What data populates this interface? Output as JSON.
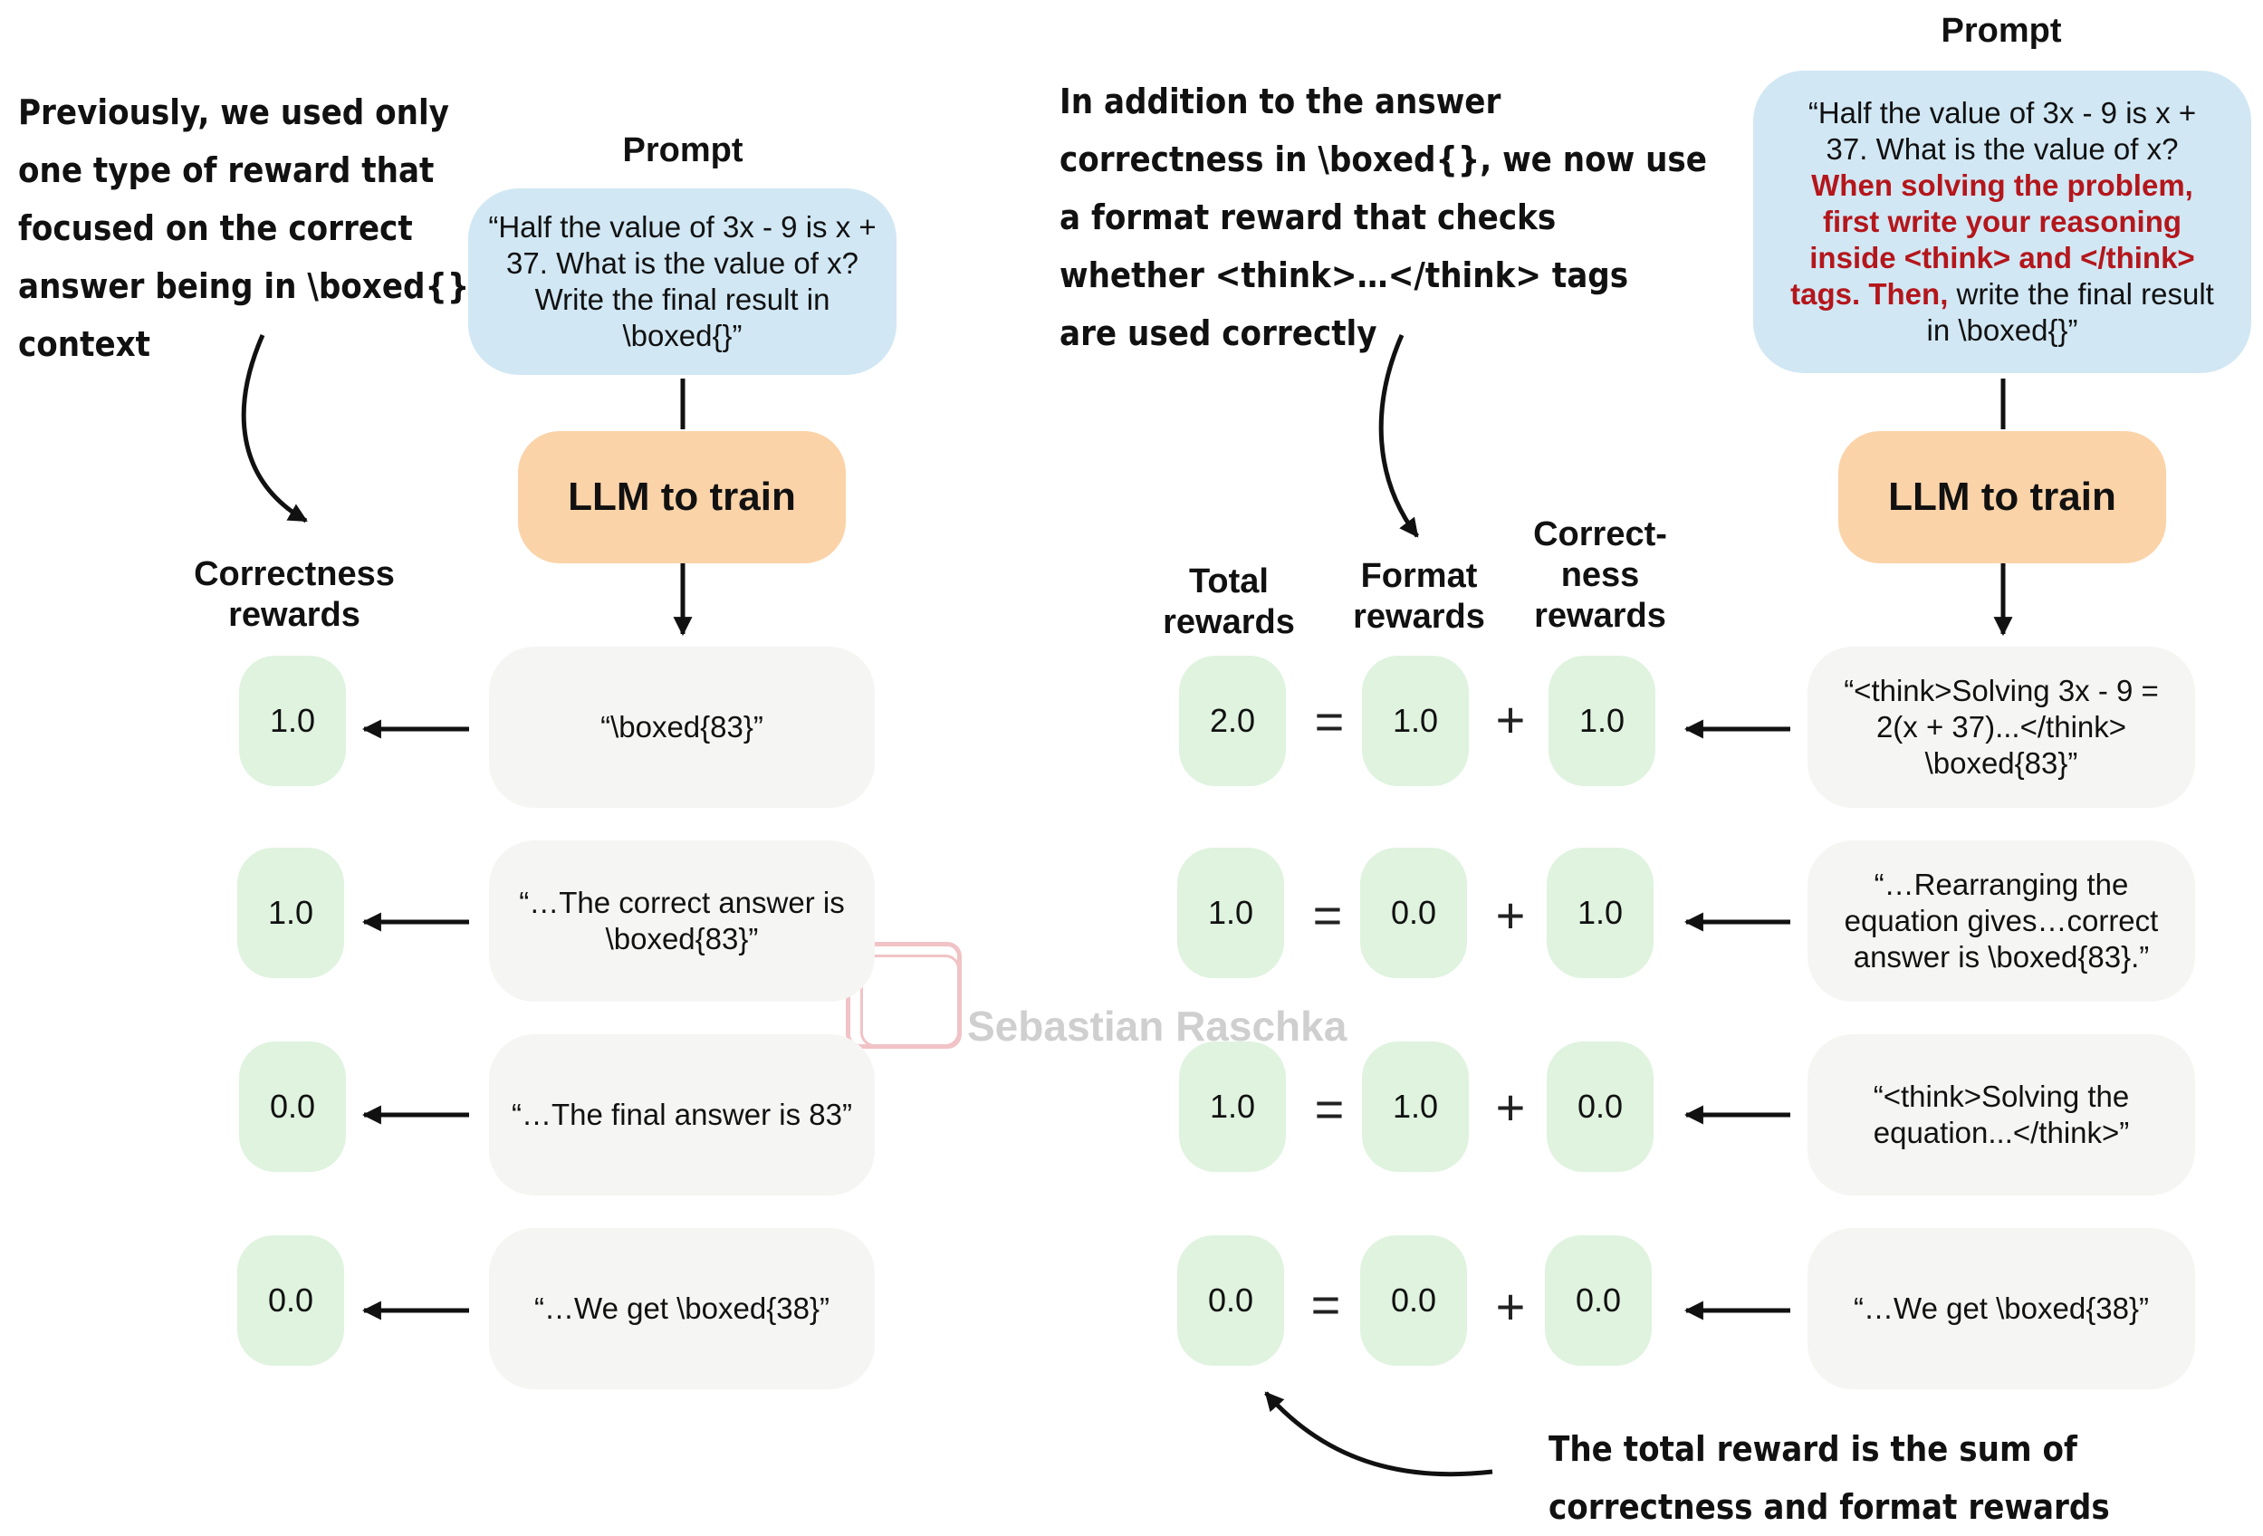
{
  "left": {
    "note_lines": [
      "Previously, we used only",
      "one type of reward that",
      "focused on the correct",
      "answer being in \\boxed{}",
      "context"
    ],
    "prompt_header": "Prompt",
    "prompt_text": "“Half the value of 3x - 9 is  x + 37. What is the value of x? Write the final result in \\boxed{}”",
    "llm_label": "LLM to train",
    "rewards_header": "Correctness rewards",
    "rows": [
      {
        "value": "1.0",
        "response": "“\\boxed{83}”"
      },
      {
        "value": "1.0",
        "response": "“…The correct answer is \\boxed{83}”"
      },
      {
        "value": "0.0",
        "response": "“…The final answer is 83”"
      },
      {
        "value": "0.0",
        "response": "“…We get \\boxed{38}”"
      }
    ]
  },
  "right": {
    "note_lines": [
      "In addition to the answer",
      "correctness in \\boxed{}, we now use",
      "a format reward that checks",
      "whether <think>…</think> tags",
      "are used correctly"
    ],
    "prompt_header": "Prompt",
    "prompt_intro": "“Half the value of 3x - 9 is  x + 37. What is the value of x?",
    "prompt_highlight": "When solving the problem, first write your reasoning inside <think> and </think> tags. Then,",
    "prompt_outro": "write the final result in \\boxed{}”",
    "llm_label": "LLM to train",
    "total_header": "Total rewards",
    "format_header": "Format rewards",
    "correctness_header": "Correct- ness rewards",
    "equals_sign": "=",
    "plus_sign": "+",
    "rows": [
      {
        "total": "2.0",
        "format": "1.0",
        "correctness": "1.0",
        "response": "“<think>Solving 3x - 9 = 2(x + 37)...</think> \\boxed{83}”"
      },
      {
        "total": "1.0",
        "format": "0.0",
        "correctness": "1.0",
        "response": "“…Rearranging the equation gives…correct answer is \\boxed{83}.”"
      },
      {
        "total": "1.0",
        "format": "1.0",
        "correctness": "0.0",
        "response": "“<think>Solving the equation...</think>”"
      },
      {
        "total": "0.0",
        "format": "0.0",
        "correctness": "0.0",
        "response": "“…We get \\boxed{38}”"
      }
    ],
    "bottom_note_lines": [
      "The total reward is the sum of",
      "correctness and format rewards"
    ]
  },
  "watermark": "Sebastian Raschka"
}
